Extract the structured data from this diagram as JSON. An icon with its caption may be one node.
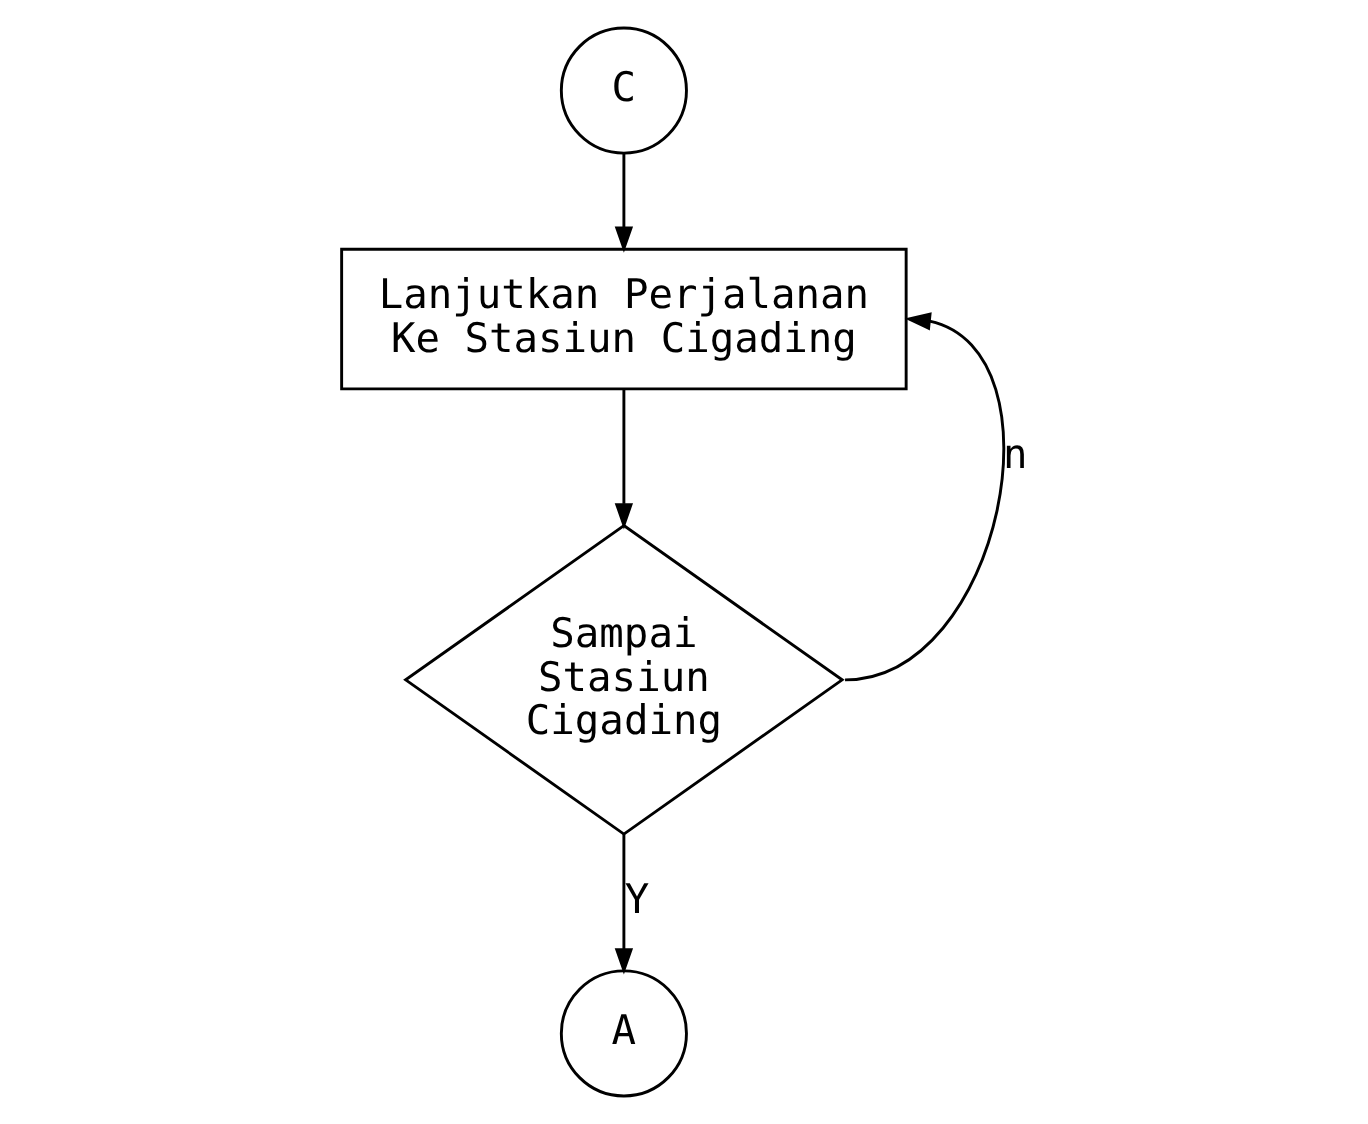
{
  "diagram": {
    "nodes": [
      {
        "text": [
          "C"
        ]
      },
      {
        "text": [
          "Lanjutkan Perjalanan Ke Stasiun Cigading"
        ]
      },
      {
        "text": [
          "Sampai Stasiun Cigading"
        ]
      },
      {
        "text": [
          "A"
        ]
      }
    ],
    "edges": [
      {
        "from": 0,
        "to": 1,
        "arrow": "to"
      },
      {
        "from": 1,
        "to": 2,
        "arrow": "to"
      },
      {
        "from": 2,
        "to": 1,
        "arrow": "to",
        "label": "n"
      },
      {
        "from": 2,
        "to": 3,
        "arrow": "to",
        "label": "Y"
      }
    ]
  }
}
